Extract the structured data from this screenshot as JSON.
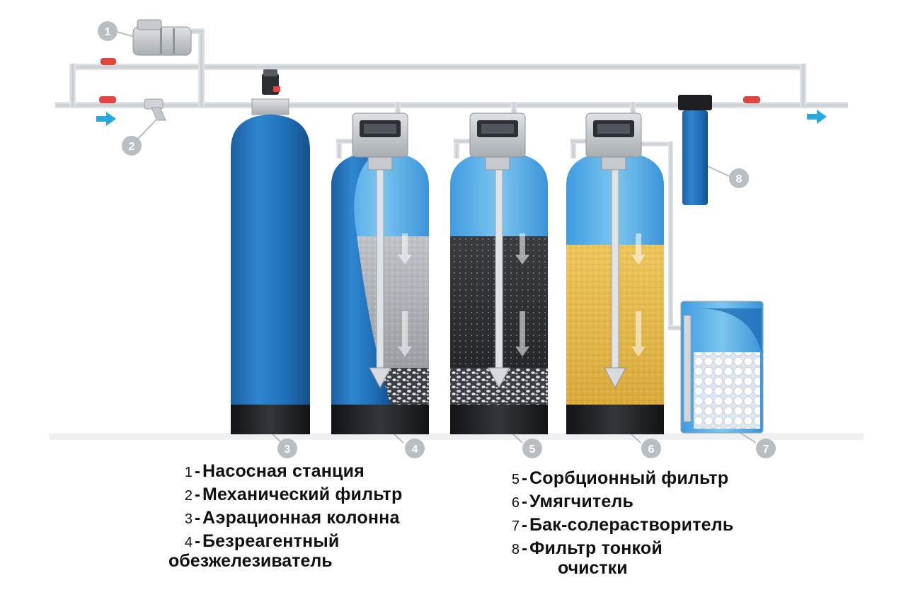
{
  "diagram": {
    "numbers": [
      "1",
      "2",
      "3",
      "4",
      "5",
      "6",
      "7",
      "8"
    ],
    "colors": {
      "pipe": "#d4d8dd",
      "tank_blue": "#1f6fb8",
      "tank_light": "#5eb3e6",
      "base": "#1d1f22",
      "sand": "#b0b4b8",
      "carbon": "#2e3134",
      "resin": "#e5b94b",
      "badge": "#b9bec3",
      "flow_arrow": "#2aa7dd",
      "valve": "#e0463d"
    },
    "icons": [
      "pump-icon",
      "strainer-icon",
      "valve-icon",
      "control-valve-icon",
      "flow-arrow-icon"
    ]
  },
  "legend": {
    "left": [
      {
        "num": "1",
        "text": "Насосная  станция"
      },
      {
        "num": "2",
        "text": "Механический  фильтр"
      },
      {
        "num": "3",
        "text": "Аэрационная  колонна"
      },
      {
        "num": "4",
        "text": "Безреагентный",
        "text2": "обезжелезиватель"
      }
    ],
    "right": [
      {
        "num": "5",
        "text": "Сорбционный  фильтр"
      },
      {
        "num": "6",
        "text": "Умягчитель"
      },
      {
        "num": "7",
        "text": "Бак-солерастворитель"
      },
      {
        "num": "8",
        "text": "Фильтр  тонкой",
        "text2": "очистки"
      }
    ]
  }
}
